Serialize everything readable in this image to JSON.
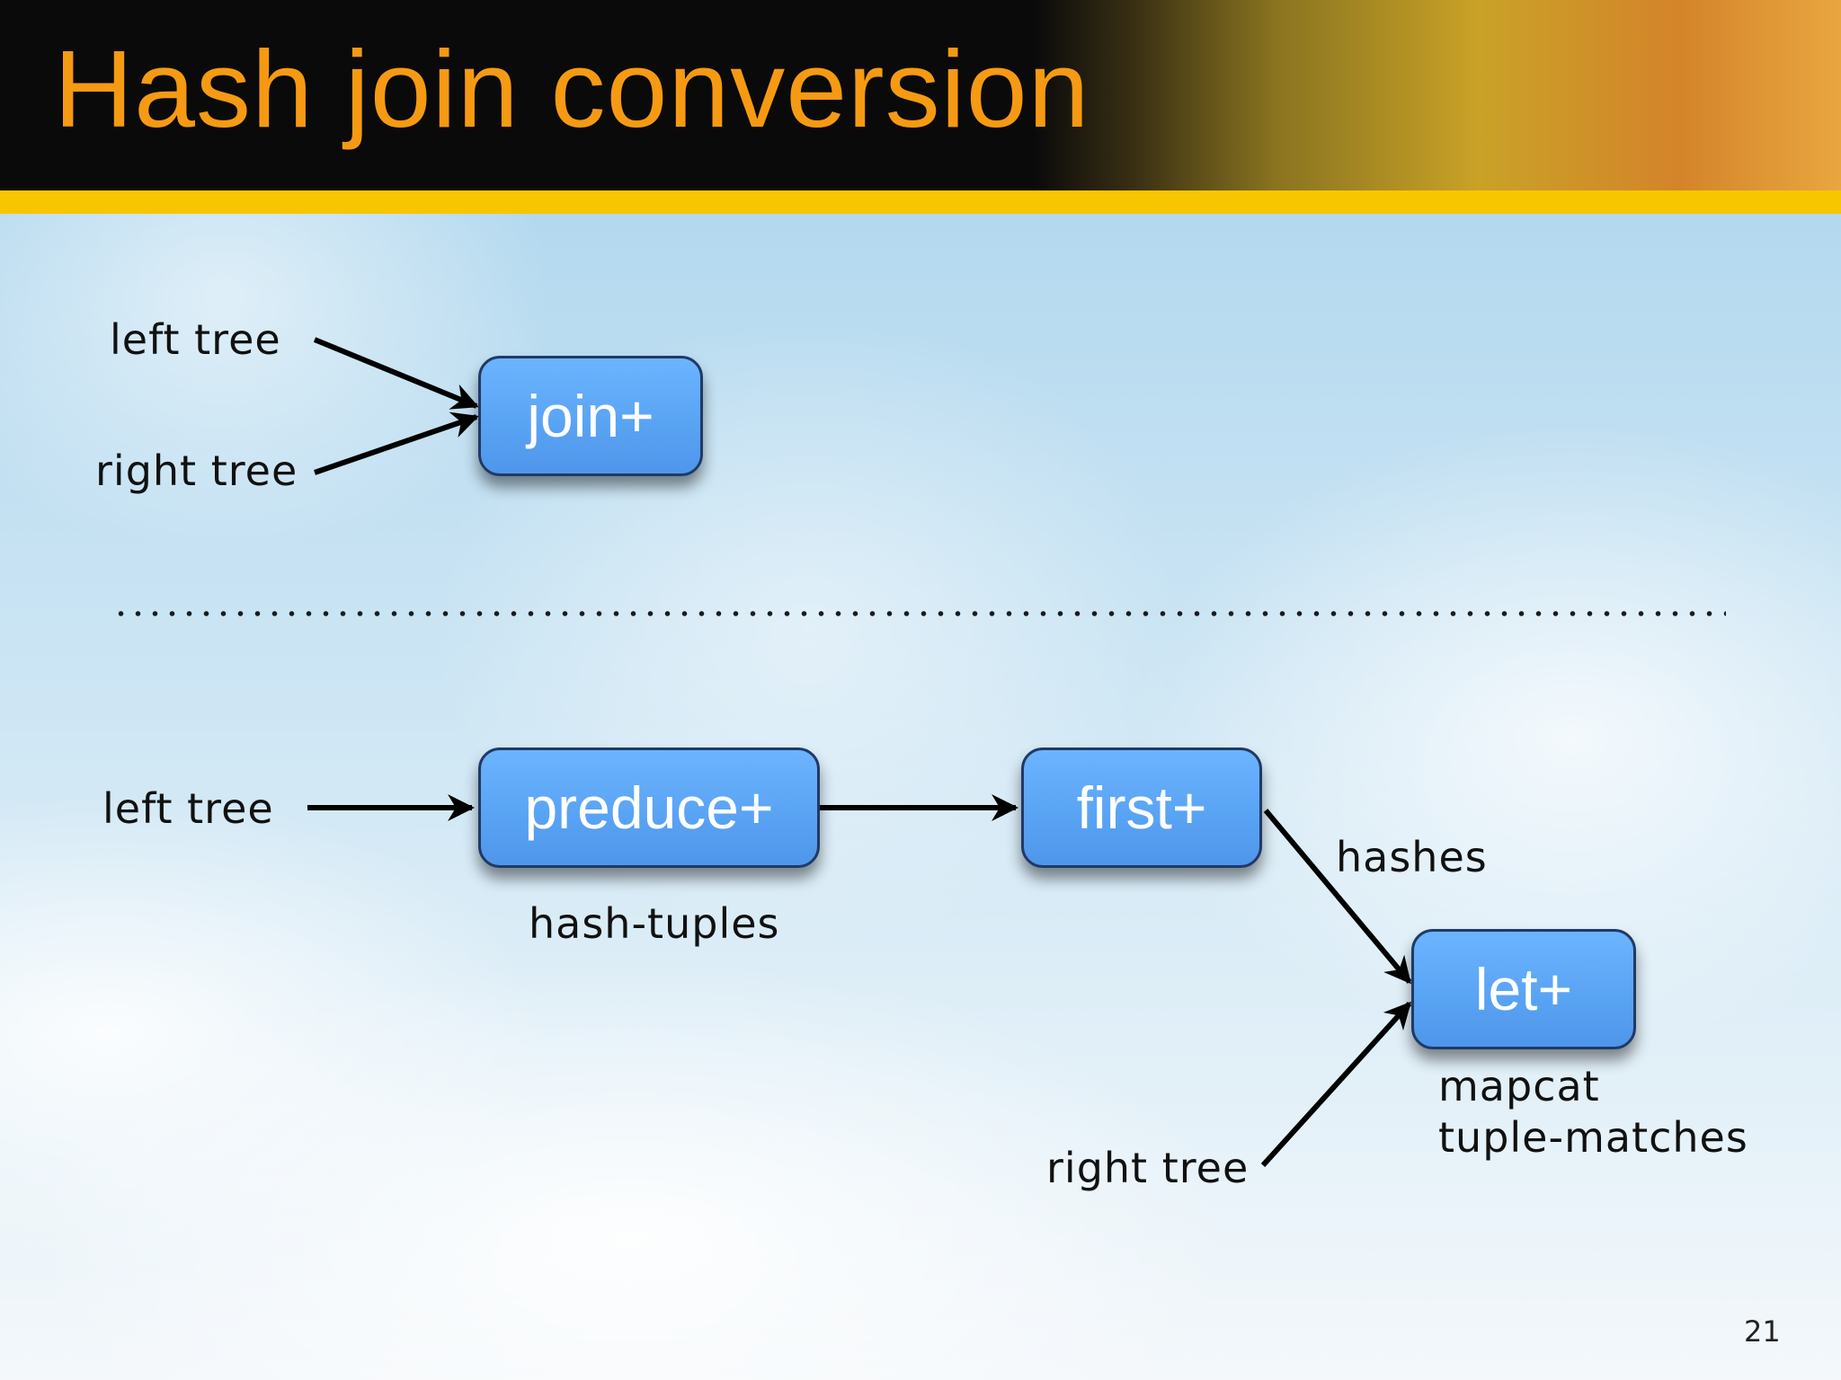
{
  "slide": {
    "title": "Hash join conversion",
    "page_number": "21"
  },
  "top_diagram": {
    "left_input": "left tree",
    "right_input": "right tree",
    "node": "join+"
  },
  "bottom_diagram": {
    "left_input": "left tree",
    "right_input": "right tree",
    "nodes": {
      "preduce": "preduce+",
      "first": "first+",
      "let": "let+"
    },
    "captions": {
      "preduce": "hash-tuples",
      "hashes": "hashes",
      "let_line1": "mapcat",
      "let_line2": "tuple-matches"
    }
  },
  "colors": {
    "title": "#f59a12",
    "node_fill": "#5aa4f4",
    "node_border": "#1f3a66",
    "accent_bar": "#f7c600"
  }
}
